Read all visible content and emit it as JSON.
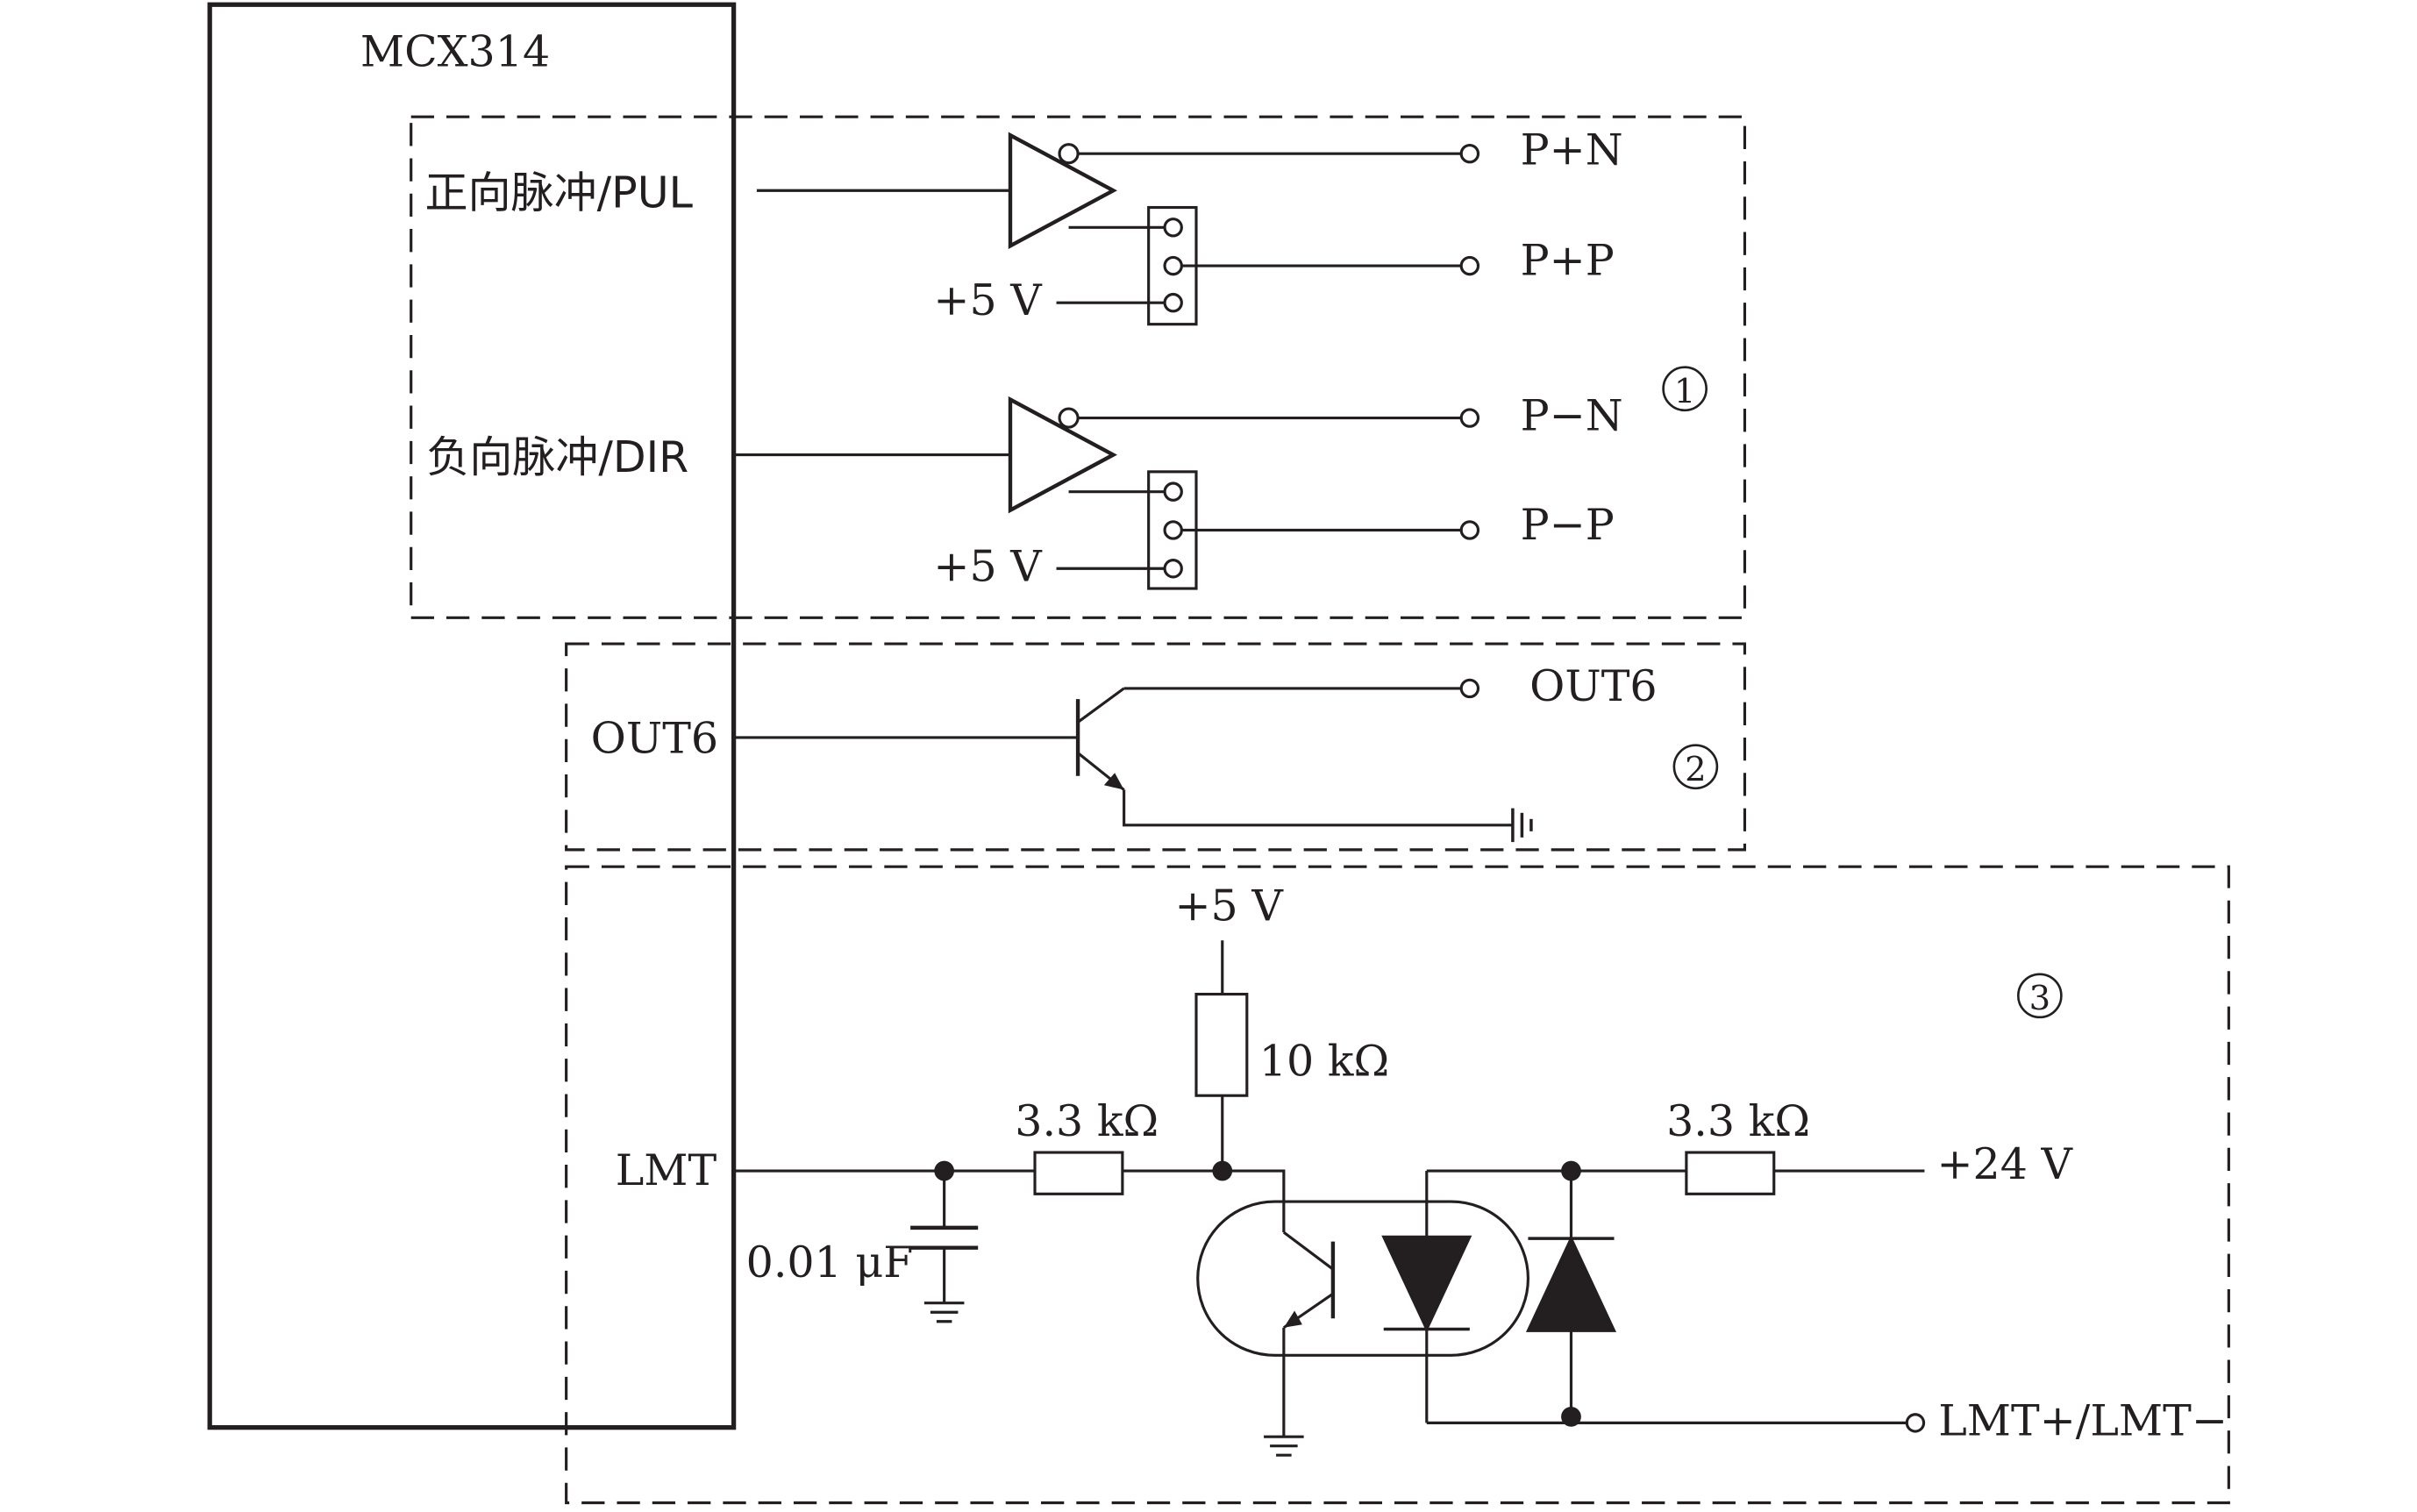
{
  "chip": {
    "name": "MCX314"
  },
  "signals": {
    "pul": "正向脉冲/PUL",
    "dir": "负向脉冲/DIR",
    "out6": "OUT6",
    "lmt": "LMT"
  },
  "terminals": {
    "pn_pos": "P+N",
    "pp_pos": "P+P",
    "pn_neg": "P−N",
    "pp_neg": "P−P",
    "out6": "OUT6",
    "lmt_pm": "LMT+/LMT−",
    "v24": "+24 V"
  },
  "supplies": {
    "v5_a": "+5 V",
    "v5_b": "+5 V",
    "v5_c": "+5 V"
  },
  "components": {
    "cap": "0.01 μF",
    "r_series": "3.3 kΩ",
    "r_pullup": "10 kΩ",
    "r_led": "3.3 kΩ"
  },
  "sections": {
    "one": "1",
    "two": "2",
    "three": "3"
  }
}
